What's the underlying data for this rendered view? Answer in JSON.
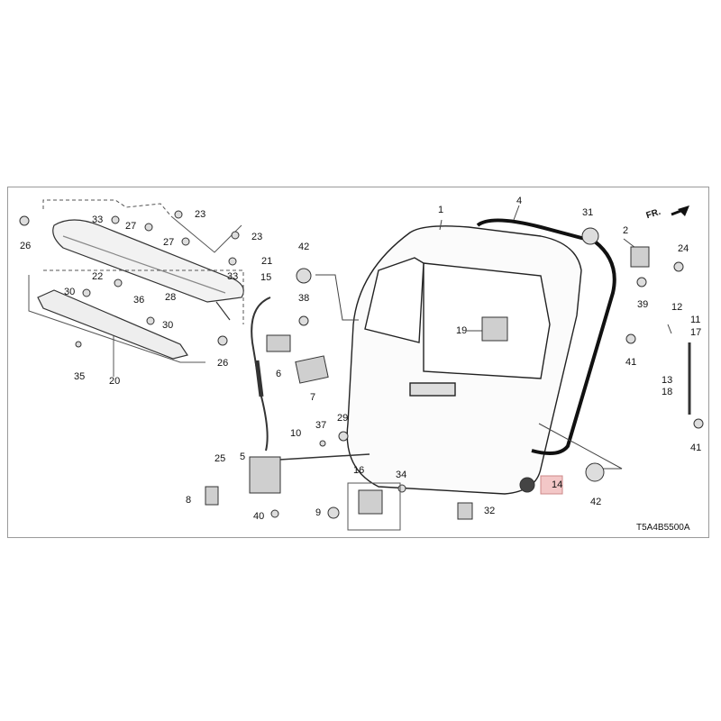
{
  "diagram": {
    "code": "T5A4B5500A",
    "direction_label": "FR.",
    "highlight_color": "#f3c7c7",
    "parts": [
      {
        "id": "p1",
        "label": "1"
      },
      {
        "id": "p2",
        "label": "2"
      },
      {
        "id": "p4",
        "label": "4"
      },
      {
        "id": "p5",
        "label": "5"
      },
      {
        "id": "p6",
        "label": "6"
      },
      {
        "id": "p7",
        "label": "7"
      },
      {
        "id": "p8",
        "label": "8"
      },
      {
        "id": "p9",
        "label": "9"
      },
      {
        "id": "p10",
        "label": "10"
      },
      {
        "id": "p11",
        "label": "11"
      },
      {
        "id": "p12",
        "label": "12"
      },
      {
        "id": "p13",
        "label": "13"
      },
      {
        "id": "p14",
        "label": "14"
      },
      {
        "id": "p15",
        "label": "15"
      },
      {
        "id": "p16",
        "label": "16"
      },
      {
        "id": "p17",
        "label": "17"
      },
      {
        "id": "p18",
        "label": "18"
      },
      {
        "id": "p19",
        "label": "19"
      },
      {
        "id": "p20",
        "label": "20"
      },
      {
        "id": "p21",
        "label": "21"
      },
      {
        "id": "p22",
        "label": "22"
      },
      {
        "id": "p23a",
        "label": "23"
      },
      {
        "id": "p23b",
        "label": "23"
      },
      {
        "id": "p24",
        "label": "24"
      },
      {
        "id": "p25",
        "label": "25"
      },
      {
        "id": "p26a",
        "label": "26"
      },
      {
        "id": "p26b",
        "label": "26"
      },
      {
        "id": "p27a",
        "label": "27"
      },
      {
        "id": "p27b",
        "label": "27"
      },
      {
        "id": "p28",
        "label": "28"
      },
      {
        "id": "p29",
        "label": "29"
      },
      {
        "id": "p30a",
        "label": "30"
      },
      {
        "id": "p30b",
        "label": "30"
      },
      {
        "id": "p31",
        "label": "31"
      },
      {
        "id": "p32",
        "label": "32"
      },
      {
        "id": "p33a",
        "label": "33"
      },
      {
        "id": "p33b",
        "label": "33"
      },
      {
        "id": "p34",
        "label": "34"
      },
      {
        "id": "p35",
        "label": "35"
      },
      {
        "id": "p36",
        "label": "36"
      },
      {
        "id": "p37",
        "label": "37"
      },
      {
        "id": "p38",
        "label": "38"
      },
      {
        "id": "p39",
        "label": "39"
      },
      {
        "id": "p40",
        "label": "40"
      },
      {
        "id": "p41a",
        "label": "41"
      },
      {
        "id": "p41b",
        "label": "41"
      },
      {
        "id": "p42a",
        "label": "42"
      },
      {
        "id": "p42b",
        "label": "42"
      }
    ]
  }
}
